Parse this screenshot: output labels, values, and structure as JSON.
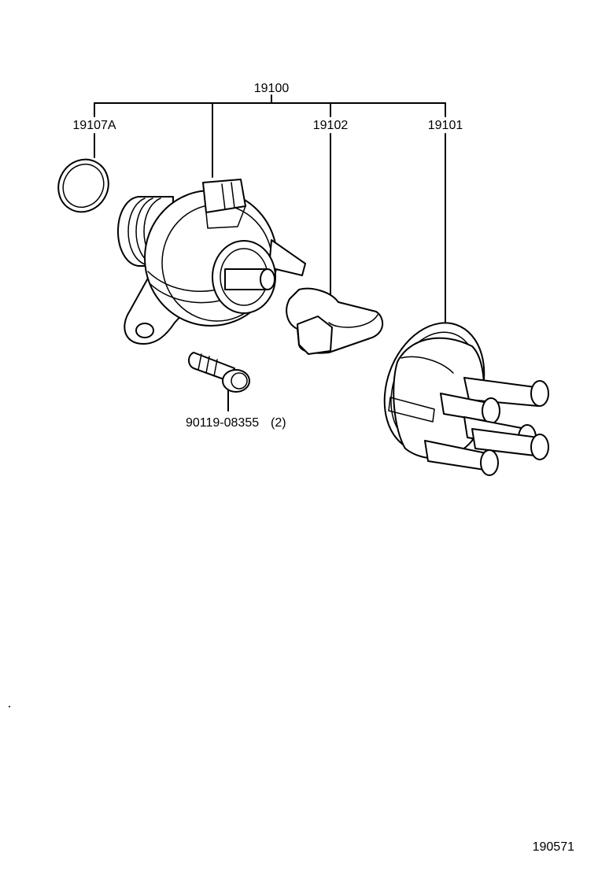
{
  "callouts": {
    "assembly": "19100",
    "o_ring": "19107A",
    "rotor": "19102",
    "cap": "19101",
    "bolt": "90119-08355",
    "bolt_qty": "(2)"
  },
  "diagram_id": "190571"
}
